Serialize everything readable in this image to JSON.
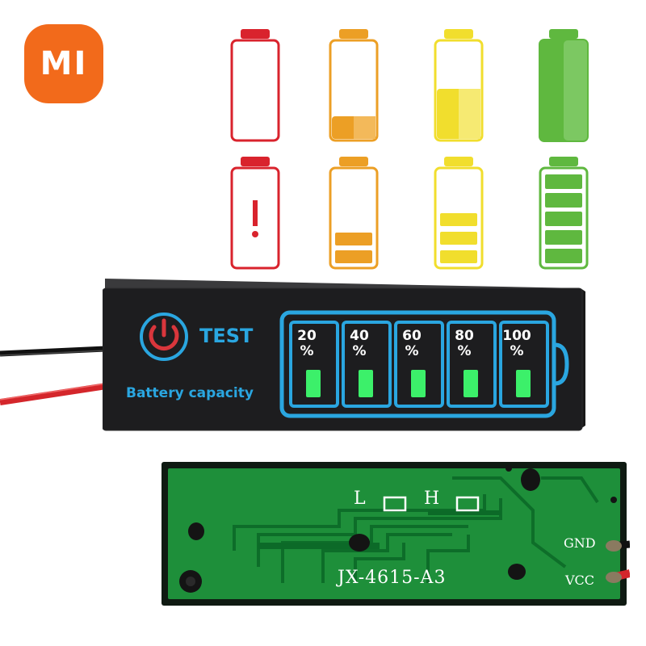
{
  "logo": {
    "text": "MI",
    "color": "#f26a1b"
  },
  "battery_icons": {
    "row1": [
      {
        "level": 0.0,
        "color": "#d9232d"
      },
      {
        "level": 0.25,
        "color": "#ec9f25"
      },
      {
        "level": 0.55,
        "color": "#f1de2d"
      },
      {
        "level": 1.0,
        "color": "#5fb83f"
      }
    ],
    "row2": [
      {
        "bars": 0,
        "color": "#d9232d",
        "mark": "!"
      },
      {
        "bars": 2,
        "color": "#ec9f25"
      },
      {
        "bars": 3,
        "color": "#f1de2d"
      },
      {
        "bars": 5,
        "color": "#5fb83f"
      }
    ]
  },
  "module": {
    "test_label": "TEST",
    "capacity_label": "Battery capacity",
    "accent_color": "#2aa6e0",
    "led_color": "#3cf06a",
    "cells": [
      {
        "value": "20",
        "unit": "%"
      },
      {
        "value": "40",
        "unit": "%"
      },
      {
        "value": "60",
        "unit": "%"
      },
      {
        "value": "80",
        "unit": "%"
      },
      {
        "value": "100",
        "unit": "%"
      }
    ]
  },
  "pcb": {
    "model": "JX-4615-A3",
    "pad_l": "L",
    "pad_h": "H",
    "gnd": "GND",
    "vcc": "VCC",
    "color": "#1e8f3a"
  }
}
